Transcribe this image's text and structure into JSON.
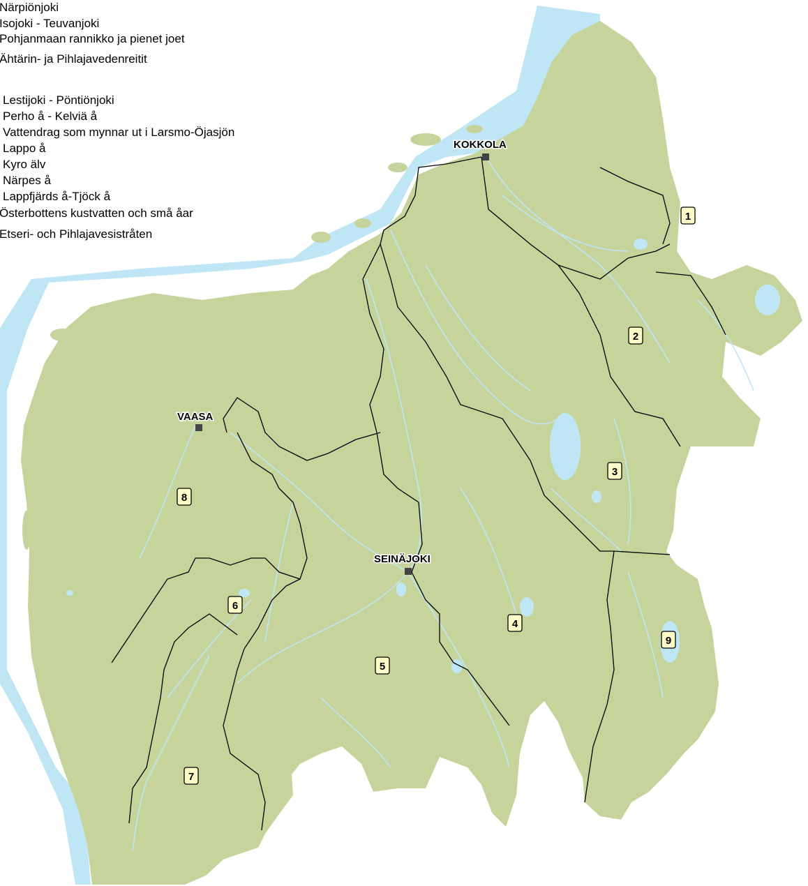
{
  "legend": {
    "fi": [
      "Närpiönjoki",
      "Isojoki - Teuvanjoki",
      "Pohjanmaan rannikko ja pienet joet",
      "Ähtärin- ja Pihlajavedenreitit"
    ],
    "sv": [
      "Lestijoki - Pöntiönjoki",
      "Perho å - Kelviä å",
      "Vattendrag som mynnar ut i Larsmo-Öjasjön",
      "Lappo å",
      "Kyro älv",
      "Närpes å",
      "Lappfjärds å-Tjöck å",
      "Österbottens kustvatten och små åar",
      "Etseri- och Pihlajavesistråten"
    ]
  },
  "cities": {
    "kokkola": "KOKKOLA",
    "vaasa": "VAASA",
    "seinajoki": "SEINÄJOKI"
  },
  "areas": [
    "1",
    "2",
    "3",
    "4",
    "5",
    "6",
    "7",
    "8",
    "9"
  ],
  "colors": {
    "sea": "#bfe6f5",
    "land": "#c6d49c",
    "water": "#bfe6f5",
    "boundary": "#000000",
    "label_box": "#fefbc8"
  }
}
